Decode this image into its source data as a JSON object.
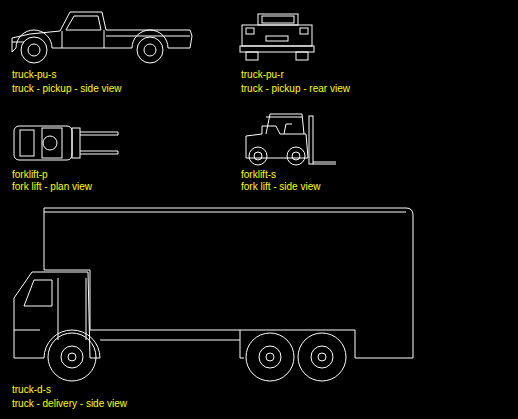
{
  "diagram": {
    "labels": [
      "truck-pu-s",
      "truck - pickup - side view",
      "truck-pu-r",
      "truck - pickup - rear view",
      "forklift-p",
      "fork lift - plan view",
      "forklift-s",
      "fork lift - side view",
      "truck-d-s",
      "truck - delivery - side view"
    ]
  }
}
